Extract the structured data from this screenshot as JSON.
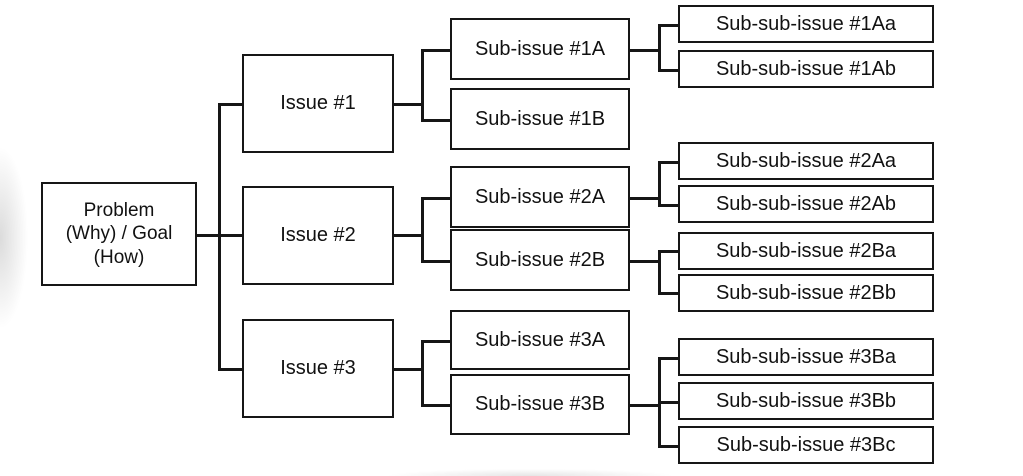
{
  "diagram": {
    "title": "Issue tree / logic tree",
    "type": "tree-diagram",
    "orientation": "left-to-right",
    "colors": {
      "stroke": "#161616",
      "background": "#ffffff",
      "text": "#111111"
    },
    "root": {
      "id": "root",
      "label": "Problem\n(Why) / Goal\n(How)"
    },
    "level1": [
      {
        "id": "issue-1",
        "label": "Issue #1"
      },
      {
        "id": "issue-2",
        "label": "Issue #2"
      },
      {
        "id": "issue-3",
        "label": "Issue #3"
      }
    ],
    "level2": [
      {
        "id": "sub-issue-1a",
        "label": "Sub-issue #1A",
        "parent": "issue-1"
      },
      {
        "id": "sub-issue-1b",
        "label": "Sub-issue #1B",
        "parent": "issue-1"
      },
      {
        "id": "sub-issue-2a",
        "label": "Sub-issue #2A",
        "parent": "issue-2"
      },
      {
        "id": "sub-issue-2b",
        "label": "Sub-issue #2B",
        "parent": "issue-2"
      },
      {
        "id": "sub-issue-3a",
        "label": "Sub-issue #3A",
        "parent": "issue-3"
      },
      {
        "id": "sub-issue-3b",
        "label": "Sub-issue #3B",
        "parent": "issue-3"
      }
    ],
    "level3": [
      {
        "id": "sub-sub-issue-1aa",
        "label": "Sub-sub-issue #1Aa",
        "parent": "sub-issue-1a"
      },
      {
        "id": "sub-sub-issue-1ab",
        "label": "Sub-sub-issue #1Ab",
        "parent": "sub-issue-1a"
      },
      {
        "id": "sub-sub-issue-2aa",
        "label": "Sub-sub-issue #2Aa",
        "parent": "sub-issue-2a"
      },
      {
        "id": "sub-sub-issue-2ab",
        "label": "Sub-sub-issue #2Ab",
        "parent": "sub-issue-2a"
      },
      {
        "id": "sub-sub-issue-2ba",
        "label": "Sub-sub-issue #2Ba",
        "parent": "sub-issue-2b"
      },
      {
        "id": "sub-sub-issue-2bb",
        "label": "Sub-sub-issue #2Bb",
        "parent": "sub-issue-2b"
      },
      {
        "id": "sub-sub-issue-3ba",
        "label": "Sub-sub-issue #3Ba",
        "parent": "sub-issue-3b"
      },
      {
        "id": "sub-sub-issue-3bb",
        "label": "Sub-sub-issue #3Bb",
        "parent": "sub-issue-3b"
      },
      {
        "id": "sub-sub-issue-3bc",
        "label": "Sub-sub-issue #3Bc",
        "parent": "sub-issue-3b"
      }
    ]
  }
}
